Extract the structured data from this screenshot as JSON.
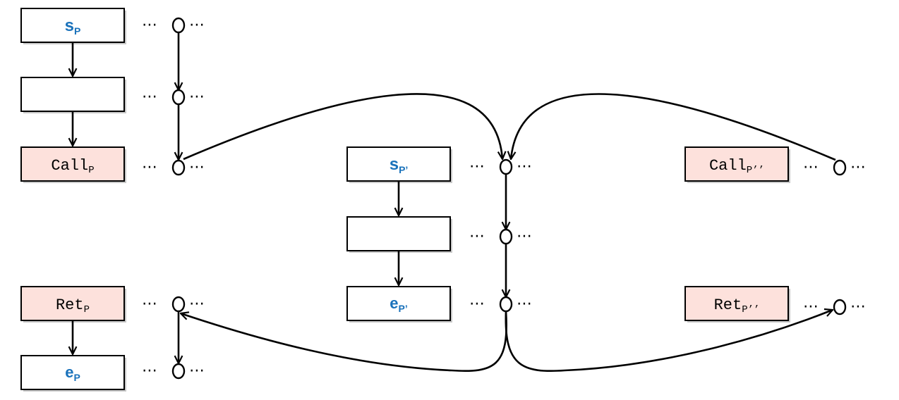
{
  "colors": {
    "label_blue": "#1a72bb",
    "highlight_pink": "#fde1dc",
    "stroke": "#000000"
  },
  "left_column": {
    "box_start": {
      "main": "s",
      "sub": "P"
    },
    "box_blank": {
      "main": "",
      "sub": ""
    },
    "box_call": {
      "main": "Call",
      "sub": "P"
    },
    "box_ret": {
      "main": "Ret",
      "sub": "P"
    },
    "box_exit": {
      "main": "e",
      "sub": "P"
    }
  },
  "middle_column": {
    "box_start": {
      "main": "s",
      "sub": "P’"
    },
    "box_blank": {
      "main": "",
      "sub": ""
    },
    "box_exit": {
      "main": "e",
      "sub": "P’"
    }
  },
  "right_column": {
    "box_call": {
      "main": "Call",
      "sub": "P’’"
    },
    "box_ret": {
      "main": "Ret",
      "sub": "P’’"
    }
  },
  "ellipsis": "⋯"
}
